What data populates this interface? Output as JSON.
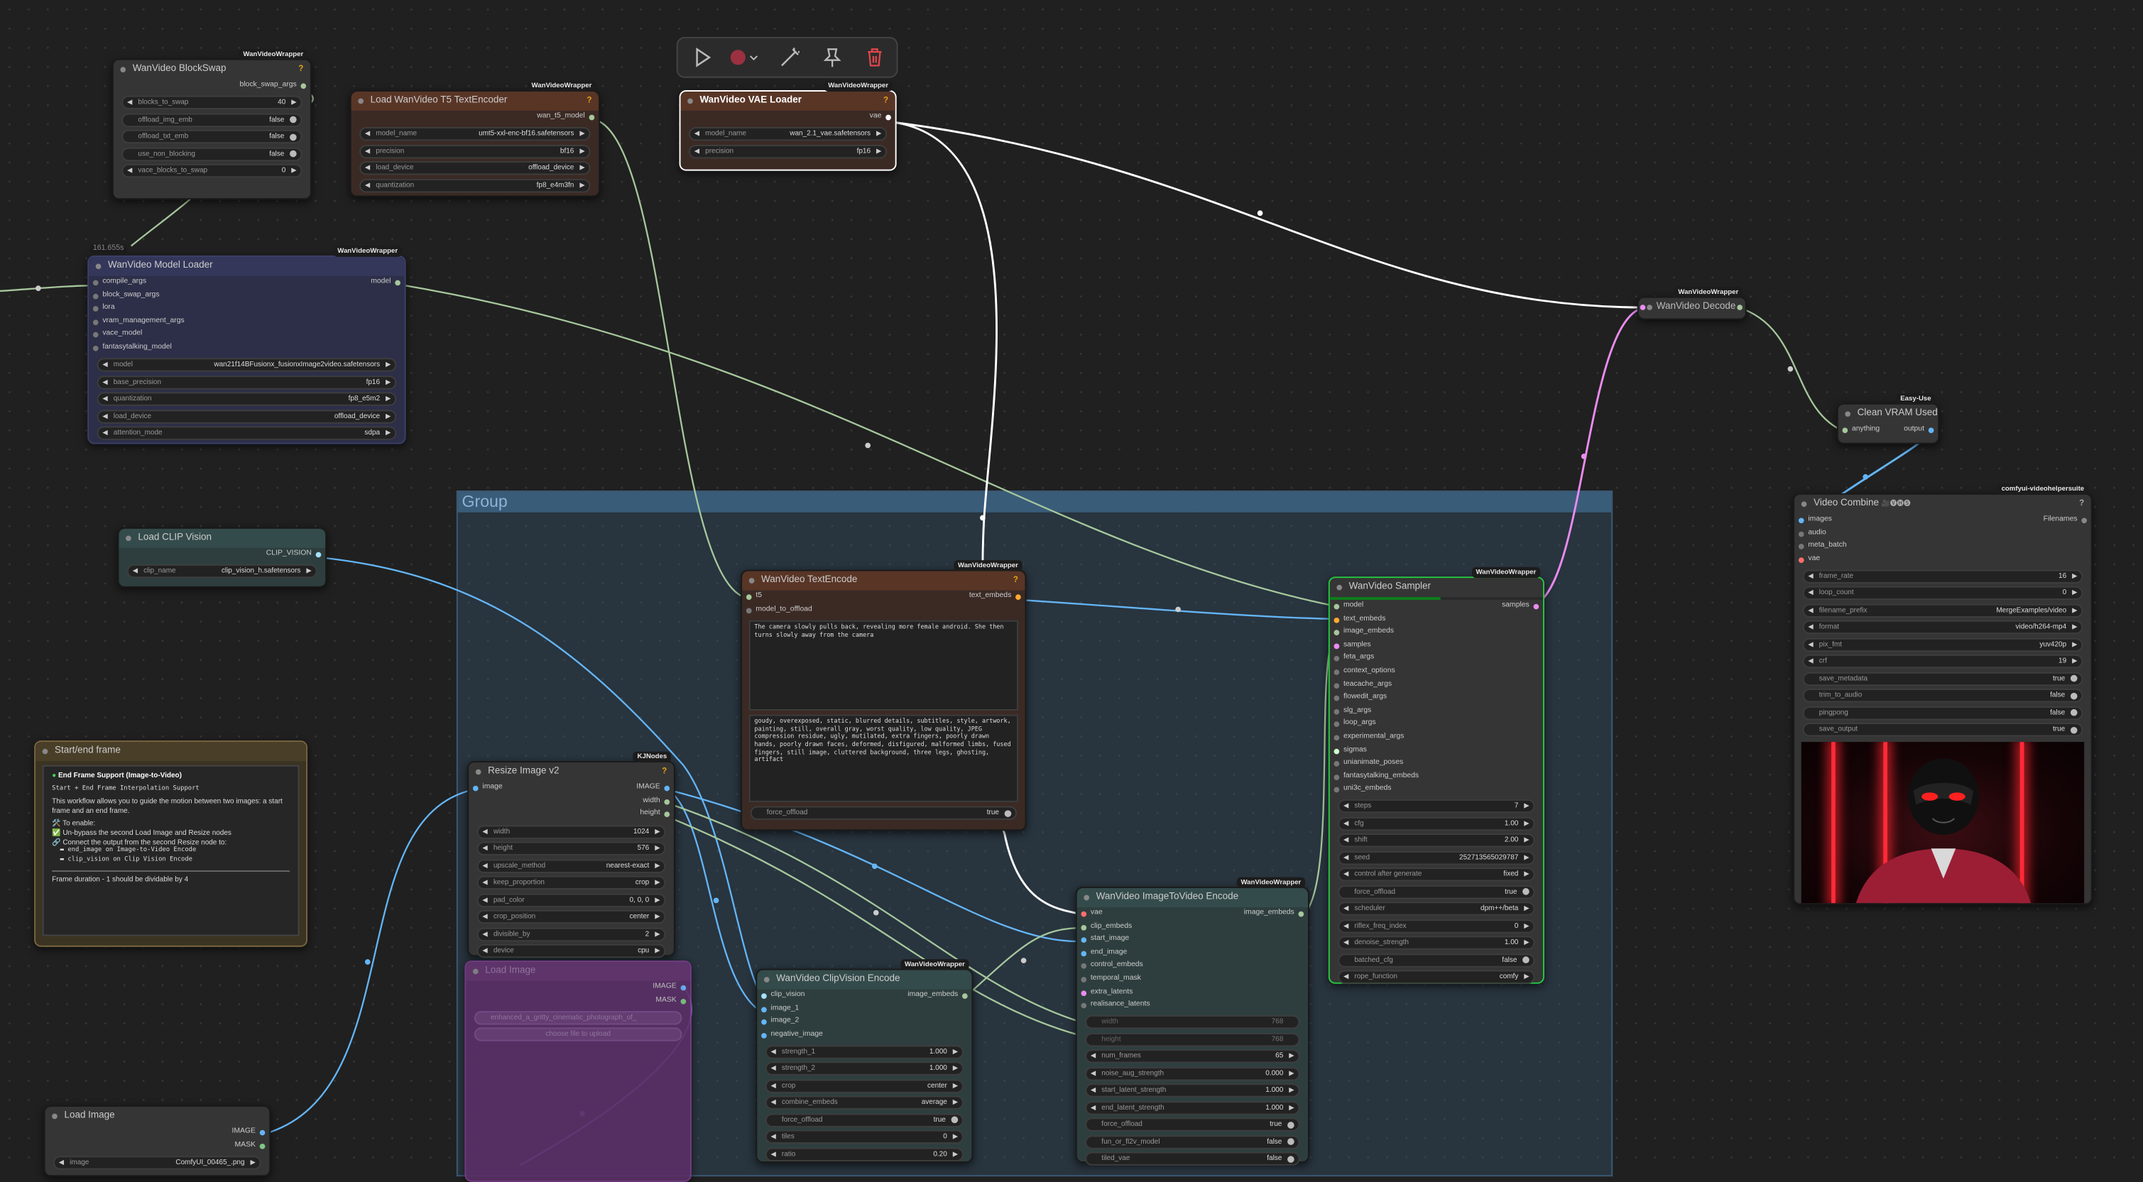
{
  "colors": {
    "link_white": "#ffffff",
    "link_blue": "#64b5f6",
    "link_green": "#a6c79c",
    "link_pink": "#ea8cf0",
    "group": "#3b5f7d",
    "node_bg": "#353535",
    "t5_header": "#5a3a2e",
    "vae_header": "#5a3a2e",
    "loader_bg": "#2d2f48",
    "clip_bg": "#2e3e3e",
    "note_bg": "#3b3423",
    "load_image_bg": "#5a2f66"
  },
  "toolbar": {
    "play_icon": "play-icon",
    "record_icon": "record-icon",
    "bypass_icon": "magic-wand-icon",
    "pin_icon": "pin-icon",
    "delete_icon": "trash-icon"
  },
  "group": {
    "title": "Group"
  },
  "block_swap": {
    "badge": "WanVideoWrapper",
    "title": "WanVideo BlockSwap",
    "help": "?",
    "output": "block_swap_args",
    "widgets": [
      {
        "name": "blocks_to_swap",
        "value": "40",
        "kind": "num"
      },
      {
        "name": "offload_img_emb",
        "value": "false",
        "kind": "toggle"
      },
      {
        "name": "offload_txt_emb",
        "value": "false",
        "kind": "toggle"
      },
      {
        "name": "use_non_blocking",
        "value": "false",
        "kind": "toggle"
      },
      {
        "name": "vace_blocks_to_swap",
        "value": "0",
        "kind": "num"
      }
    ]
  },
  "t5_encoder": {
    "badge": "WanVideoWrapper",
    "title": "Load WanVideo T5 TextEncoder",
    "help": "?",
    "output": "wan_t5_model",
    "widgets": [
      {
        "name": "model_name",
        "value": "umt5-xxl-enc-bf16.safetensors",
        "kind": "combo"
      },
      {
        "name": "precision",
        "value": "bf16",
        "kind": "combo"
      },
      {
        "name": "load_device",
        "value": "offload_device",
        "kind": "combo"
      },
      {
        "name": "quantization",
        "value": "fp8_e4m3fn",
        "kind": "combo"
      }
    ]
  },
  "vae_loader": {
    "badge": "WanVideoWrapper",
    "title": "WanVideo VAE Loader",
    "help": "?",
    "output": "vae",
    "widgets": [
      {
        "name": "model_name",
        "value": "wan_2.1_vae.safetensors",
        "kind": "combo"
      },
      {
        "name": "precision",
        "value": "fp16",
        "kind": "combo"
      }
    ]
  },
  "model_loader": {
    "timing": "161.655s",
    "badge": "WanVideoWrapper",
    "title": "WanVideo Model Loader",
    "output": "model",
    "inputs": [
      "compile_args",
      "block_swap_args",
      "lora",
      "vram_management_args",
      "vace_model",
      "fantasytalking_model"
    ],
    "widgets": [
      {
        "name": "model",
        "value": "wan21f14BFusionx_fusionxImage2video.safetensors",
        "kind": "combo"
      },
      {
        "name": "base_precision",
        "value": "fp16",
        "kind": "combo"
      },
      {
        "name": "quantization",
        "value": "fp8_e5m2",
        "kind": "combo"
      },
      {
        "name": "load_device",
        "value": "offload_device",
        "kind": "combo"
      },
      {
        "name": "attention_mode",
        "value": "sdpa",
        "kind": "combo"
      }
    ]
  },
  "clip_vision": {
    "title": "Load CLIP Vision",
    "output": "CLIP_VISION",
    "widgets": [
      {
        "name": "clip_name",
        "value": "clip_vision_h.safetensors",
        "kind": "combo"
      }
    ]
  },
  "note": {
    "title": "Start/end frame",
    "heading": "End Frame Support (Image-to-Video)",
    "subheading": "Start + End Frame Interpolation Support",
    "line1": "This workflow allows you to guide the motion between two images: a start frame and an end frame.",
    "enable_label": "🛠️ To enable:",
    "step1": "✅ Un-bypass the second Load Image and Resize nodes",
    "step2": "🔗 Connect the output from the second Resize node to:",
    "step3": "▬ end_image on Image-to-Video Encode",
    "step4": "▬ clip_vision on Clip Vision Encode",
    "footer": "Frame duration - 1 should be dividable by 4"
  },
  "text_encode": {
    "badge": "WanVideoWrapper",
    "title": "WanVideo TextEncode",
    "help": "?",
    "inputs": [
      "t5",
      "model_to_offload"
    ],
    "output": "text_embeds",
    "positive": "The camera slowly pulls back, revealing more female android. She then turns slowly away from the camera",
    "negative": "goudy, overexposed, static, blurred details, subtitles, style, artwork, painting, still, overall gray, worst quality, low quality, JPEG compression residue, ugly, mutilated, extra fingers, poorly drawn hands, poorly drawn faces, deformed, disfigured, malformed limbs, fused fingers, still image, cluttered background, three legs, ghosting, artifact",
    "widgets": [
      {
        "name": "force_offload",
        "value": "true",
        "kind": "toggle"
      }
    ]
  },
  "resize": {
    "badge": "KJNodes",
    "title": "Resize Image v2",
    "help": "?",
    "input": "image",
    "outputs": [
      "IMAGE",
      "width",
      "height"
    ],
    "widgets": [
      {
        "name": "width",
        "value": "1024",
        "kind": "num"
      },
      {
        "name": "height",
        "value": "576",
        "kind": "num"
      },
      {
        "name": "upscale_method",
        "value": "nearest-exact",
        "kind": "combo"
      },
      {
        "name": "keep_proportion",
        "value": "crop",
        "kind": "combo"
      },
      {
        "name": "pad_color",
        "value": "0, 0, 0",
        "kind": "text"
      },
      {
        "name": "crop_position",
        "value": "center",
        "kind": "combo"
      },
      {
        "name": "divisible_by",
        "value": "2",
        "kind": "num"
      },
      {
        "name": "device",
        "value": "cpu",
        "kind": "combo"
      }
    ]
  },
  "load_image_bypassed": {
    "title": "Load Image",
    "outputs": [
      "IMAGE",
      "MASK"
    ],
    "widget": "enhanced_a_gritty_cinematic_photograph_of_",
    "upload": "choose file to upload"
  },
  "load_image": {
    "title": "Load Image",
    "outputs": [
      "IMAGE",
      "MASK"
    ],
    "widgets": [
      {
        "name": "image",
        "value": "ComfyUI_00465_.png",
        "kind": "combo"
      }
    ]
  },
  "clip_encode": {
    "badge": "WanVideoWrapper",
    "title": "WanVideo ClipVision Encode",
    "inputs": [
      "clip_vision",
      "image_1",
      "image_2",
      "negative_image"
    ],
    "output": "image_embeds",
    "widgets": [
      {
        "name": "strength_1",
        "value": "1.000",
        "kind": "num"
      },
      {
        "name": "strength_2",
        "value": "1.000",
        "kind": "num"
      },
      {
        "name": "crop",
        "value": "center",
        "kind": "combo"
      },
      {
        "name": "combine_embeds",
        "value": "average",
        "kind": "combo"
      },
      {
        "name": "force_offload",
        "value": "true",
        "kind": "toggle"
      },
      {
        "name": "tiles",
        "value": "0",
        "kind": "num"
      },
      {
        "name": "ratio",
        "value": "0.20",
        "kind": "num"
      }
    ]
  },
  "i2v_encode": {
    "badge": "WanVideoWrapper",
    "title": "WanVideo ImageToVideo Encode",
    "inputs": [
      "vae",
      "clip_embeds",
      "start_image",
      "end_image",
      "control_embeds",
      "temporal_mask",
      "extra_latents",
      "realisance_latents"
    ],
    "output": "image_embeds",
    "converted": [
      {
        "name": "width",
        "value": "768"
      },
      {
        "name": "height",
        "value": "768"
      }
    ],
    "widgets": [
      {
        "name": "num_frames",
        "value": "65",
        "kind": "num"
      },
      {
        "name": "noise_aug_strength",
        "value": "0.000",
        "kind": "num"
      },
      {
        "name": "start_latent_strength",
        "value": "1.000",
        "kind": "num"
      },
      {
        "name": "end_latent_strength",
        "value": "1.000",
        "kind": "num"
      },
      {
        "name": "force_offload",
        "value": "true",
        "kind": "toggle"
      },
      {
        "name": "fun_or_fl2v_model",
        "value": "false",
        "kind": "toggle"
      },
      {
        "name": "tiled_vae",
        "value": "false",
        "kind": "toggle"
      }
    ]
  },
  "sampler": {
    "badge": "WanVideoWrapper",
    "title": "WanVideo Sampler",
    "output": "samples",
    "progress": 0.52,
    "inputs": [
      "model",
      "text_embeds",
      "image_embeds",
      "samples",
      "feta_args",
      "context_options",
      "teacache_args",
      "flowedit_args",
      "slg_args",
      "loop_args",
      "experimental_args",
      "sigmas",
      "unianimate_poses",
      "fantasytalking_embeds",
      "uni3c_embeds"
    ],
    "widgets": [
      {
        "name": "steps",
        "value": "7",
        "kind": "num"
      },
      {
        "name": "cfg",
        "value": "1.00",
        "kind": "num"
      },
      {
        "name": "shift",
        "value": "2.00",
        "kind": "num"
      },
      {
        "name": "seed",
        "value": "252713565029787",
        "kind": "num"
      },
      {
        "name": "control after generate",
        "value": "fixed",
        "kind": "combo"
      },
      {
        "name": "force_offload",
        "value": "true",
        "kind": "toggle"
      },
      {
        "name": "scheduler",
        "value": "dpm++/beta",
        "kind": "combo"
      },
      {
        "name": "riflex_freq_index",
        "value": "0",
        "kind": "num"
      },
      {
        "name": "denoise_strength",
        "value": "1.00",
        "kind": "num"
      },
      {
        "name": "batched_cfg",
        "value": "false",
        "kind": "toggle"
      },
      {
        "name": "rope_function",
        "value": "comfy",
        "kind": "combo"
      }
    ]
  },
  "decode": {
    "badge": "WanVideoWrapper",
    "title": "WanVideo Decode"
  },
  "clean_vram": {
    "badge": "Easy-Use",
    "title": "Clean VRAM Used",
    "input": "anything",
    "output": "output"
  },
  "video_combine": {
    "badge": "comfyui-videohelpersuite",
    "title": "Video Combine",
    "title_icons": "🎥🅥🅗🅢",
    "help": "?",
    "inputs": [
      "images",
      "audio",
      "meta_batch",
      "vae"
    ],
    "output": "Filenames",
    "widgets": [
      {
        "name": "frame_rate",
        "value": "16",
        "kind": "num"
      },
      {
        "name": "loop_count",
        "value": "0",
        "kind": "num"
      },
      {
        "name": "filename_prefix",
        "value": "MergeExamples/video",
        "kind": "text"
      },
      {
        "name": "format",
        "value": "video/h264-mp4",
        "kind": "combo"
      },
      {
        "name": "pix_fmt",
        "value": "yuv420p",
        "kind": "combo"
      },
      {
        "name": "crf",
        "value": "19",
        "kind": "num"
      },
      {
        "name": "save_metadata",
        "value": "true",
        "kind": "toggle"
      },
      {
        "name": "trim_to_audio",
        "value": "false",
        "kind": "toggle"
      },
      {
        "name": "pingpong",
        "value": "false",
        "kind": "toggle"
      },
      {
        "name": "save_output",
        "value": "true",
        "kind": "toggle"
      }
    ]
  }
}
